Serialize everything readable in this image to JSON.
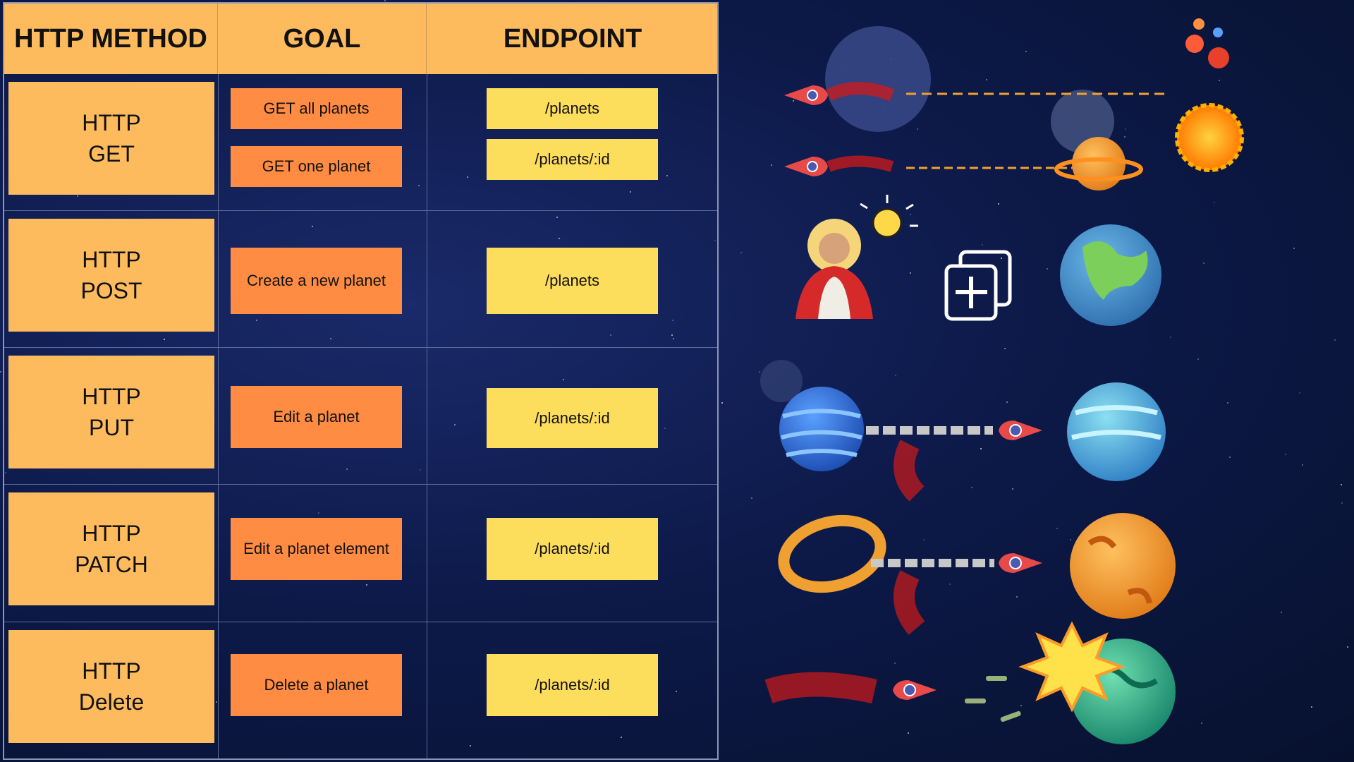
{
  "headers": [
    "HTTP METHOD",
    "GOAL",
    "ENDPOINT"
  ],
  "rows": [
    {
      "method_line1": "HTTP",
      "method_line2": "GET",
      "goals": [
        "GET all planets",
        "GET one planet"
      ],
      "endpoints": [
        "/planets",
        "/planets/:id"
      ]
    },
    {
      "method_line1": "HTTP",
      "method_line2": "POST",
      "goals": [
        "Create a new planet"
      ],
      "endpoints": [
        "/planets"
      ]
    },
    {
      "method_line1": "HTTP",
      "method_line2": "PUT",
      "goals": [
        "Edit a planet"
      ],
      "endpoints": [
        "/planets/:id"
      ]
    },
    {
      "method_line1": "HTTP",
      "method_line2": "PATCH",
      "goals": [
        "Edit a planet element"
      ],
      "endpoints": [
        "/planets/:id"
      ]
    },
    {
      "method_line1": "HTTP",
      "method_line2": "Delete",
      "goals": [
        "Delete a planet"
      ],
      "endpoints": [
        "/planets/:id"
      ]
    }
  ],
  "colors": {
    "header_bg": "#fdbb5e",
    "method_bg": "#fdbb5e",
    "goal_bg": "#ff8c42",
    "endpoint_bg": "#fddd5c",
    "background": "#0d1a4a"
  },
  "icons": [
    "rocket-icon",
    "planet-icon",
    "saturn-icon",
    "sun-icon",
    "lightbulb-icon",
    "add-copy-icon",
    "chain-icon",
    "ring-icon",
    "explosion-icon",
    "missile-icon",
    "figure-illustration"
  ]
}
